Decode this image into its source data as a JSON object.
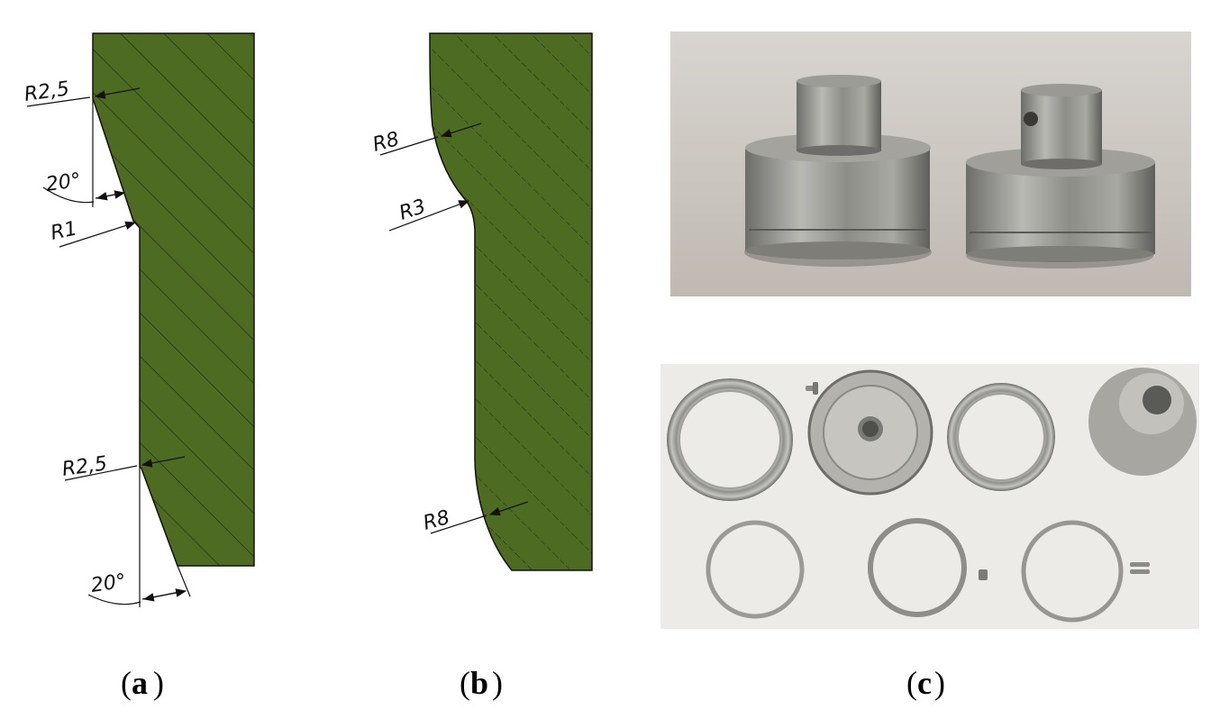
{
  "panel_a": {
    "labels": [
      "R2,5",
      "20°",
      "R1",
      "R2,5",
      "20°"
    ],
    "caption_letter": "a"
  },
  "panel_b": {
    "labels": [
      "R8",
      "R3",
      "R8"
    ],
    "caption_letter": "b"
  },
  "panel_c": {
    "caption_letter": "c"
  },
  "colors": {
    "section_fill": "#4e6b22",
    "hatch": "#1a2a08",
    "outline": "#111111",
    "photo_top_bg": "#cfcac3",
    "photo_bottom_bg": "#ecebe8",
    "metal": "#8e8e8a"
  }
}
